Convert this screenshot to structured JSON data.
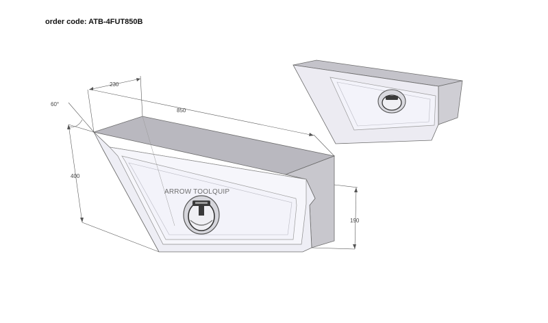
{
  "order_code": "order code: ATB-4FUT850B",
  "watermark": "ARROW TOOLQUIP",
  "dimensions": {
    "depth": "230",
    "length": "850",
    "angle": "60°",
    "height": "400",
    "inner_height": "190"
  },
  "colors": {
    "top_face": "#b9b8bf",
    "end_face": "#c8c7cd",
    "front_face": "#eeeef5",
    "door_panel": "#f3f3fa",
    "edge": "#6a6a6a"
  }
}
